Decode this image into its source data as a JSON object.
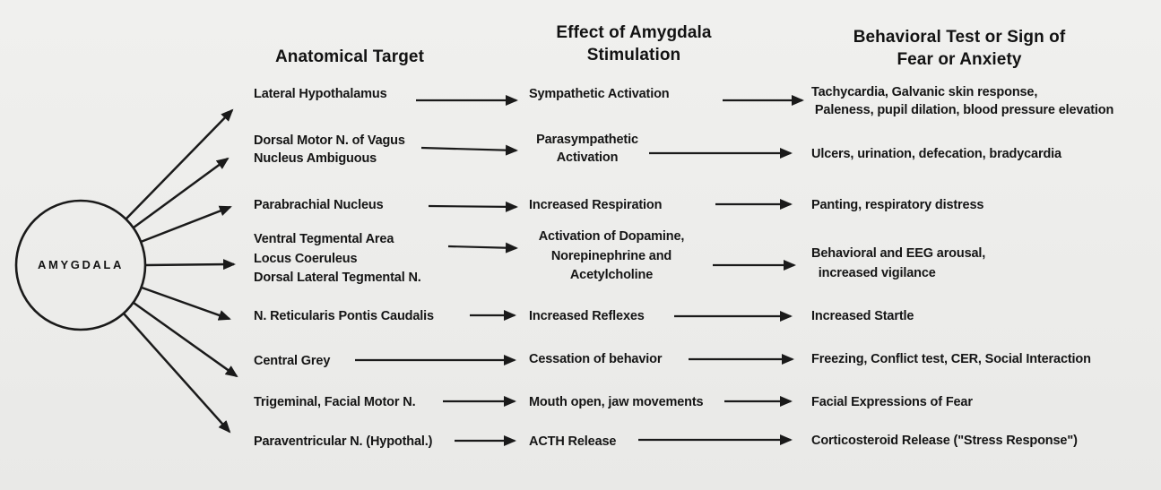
{
  "figure": {
    "title_node": "AMYGDALA",
    "colors": {
      "ink": "#1a1a1a",
      "background": "#ededeb"
    },
    "headers": {
      "target": "Anatomical Target",
      "effect": "Effect of Amygdala\nStimulation",
      "behavior": "Behavioral Test or Sign of\nFear or Anxiety"
    },
    "rows": [
      {
        "target": "Lateral Hypothalamus",
        "effect": "Sympathetic Activation",
        "behavior": "Tachycardia, Galvanic skin response,\n Paleness, pupil dilation, blood pressure elevation"
      },
      {
        "target": "Dorsal Motor N. of Vagus\nNucleus Ambiguous",
        "effect": "Parasympathetic\nActivation",
        "behavior": "Ulcers, urination, defecation, bradycardia"
      },
      {
        "target": "Parabrachial Nucleus",
        "effect": "Increased Respiration",
        "behavior": "Panting, respiratory distress"
      },
      {
        "target": "Ventral Tegmental Area\nLocus Coeruleus\nDorsal Lateral Tegmental N.",
        "effect": "Activation of Dopamine,\nNorepinephrine and\nAcetylcholine",
        "behavior": "Behavioral and EEG arousal,\n  increased vigilance"
      },
      {
        "target": "N. Reticularis Pontis Caudalis",
        "effect": "Increased Reflexes",
        "behavior": "Increased Startle"
      },
      {
        "target": "Central Grey",
        "effect": "Cessation of behavior",
        "behavior": "Freezing, Conflict test, CER, Social Interaction"
      },
      {
        "target": "Trigeminal, Facial Motor N.",
        "effect": "Mouth open, jaw movements",
        "behavior": "Facial Expressions of Fear"
      },
      {
        "target": "Paraventricular N. (Hypothal.)",
        "effect": "ACTH Release",
        "behavior": "Corticosteroid Release (\"Stress Response\")"
      }
    ]
  }
}
